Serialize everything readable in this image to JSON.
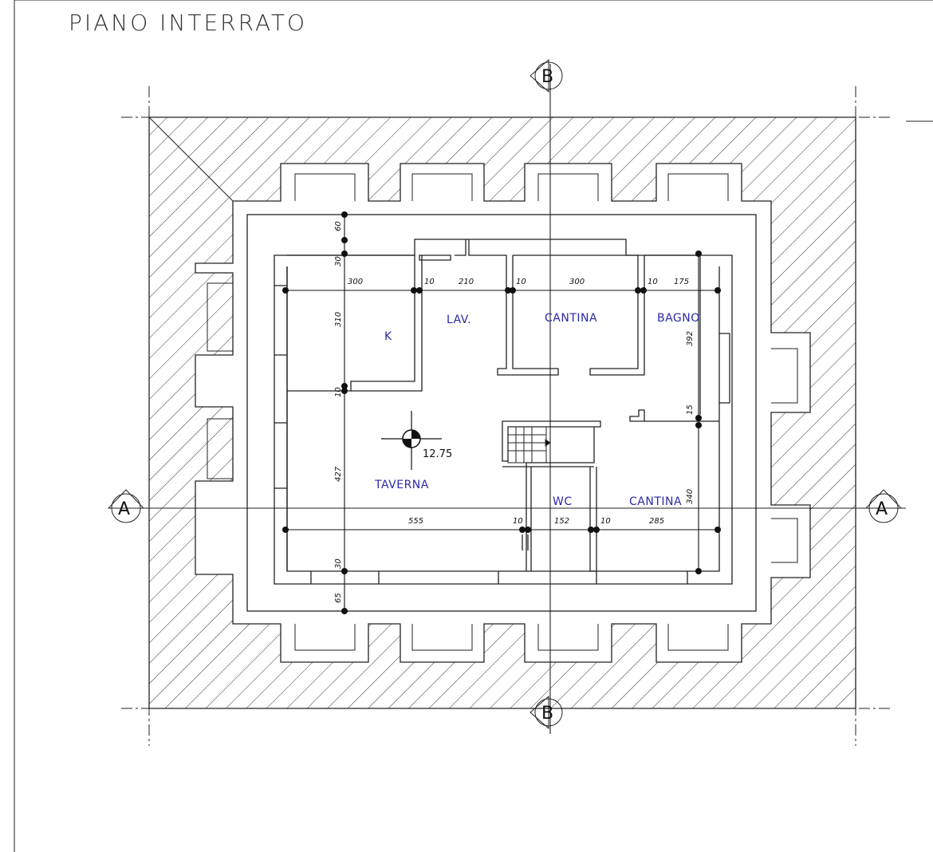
{
  "drawing": {
    "title": "PIANO INTERRATO",
    "elevation": "12.75",
    "section_marks": {
      "horizontal": "A",
      "vertical": "B"
    }
  },
  "rooms": {
    "k": "K",
    "lav": "LAV.",
    "cantina_top": "CANTINA",
    "bagno": "BAGNO",
    "taverna": "TAVERNA",
    "wc": "WC",
    "cantina_bottom": "CANTINA"
  },
  "dimensions": {
    "top": [
      "300",
      "10",
      "210",
      "10",
      "300",
      "10",
      "175"
    ],
    "bottom": [
      "555",
      "10",
      "152",
      "10",
      "285"
    ],
    "left": [
      "60",
      "30",
      "310",
      "10",
      "427",
      "30",
      "65"
    ],
    "right": [
      "392",
      "15",
      "340"
    ]
  }
}
